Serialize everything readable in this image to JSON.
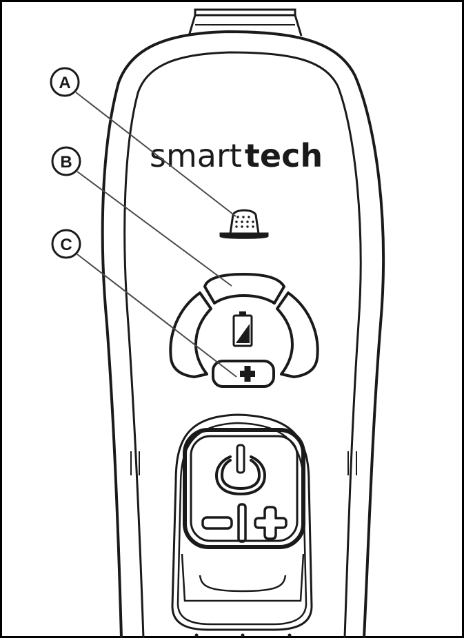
{
  "brand": {
    "light": "smart",
    "bold": "tech"
  },
  "callouts": [
    {
      "letter": "A"
    },
    {
      "letter": "B"
    },
    {
      "letter": "C"
    }
  ],
  "icons": {
    "top": "ear-mold-icon",
    "center": "battery-icon",
    "bottom_button": "plus-icon",
    "main_button": "power-icon",
    "volume": "minus-bar-plus-icon"
  },
  "colors": {
    "line": "#1a1a1a",
    "background": "#ffffff",
    "frame": "#000000"
  }
}
